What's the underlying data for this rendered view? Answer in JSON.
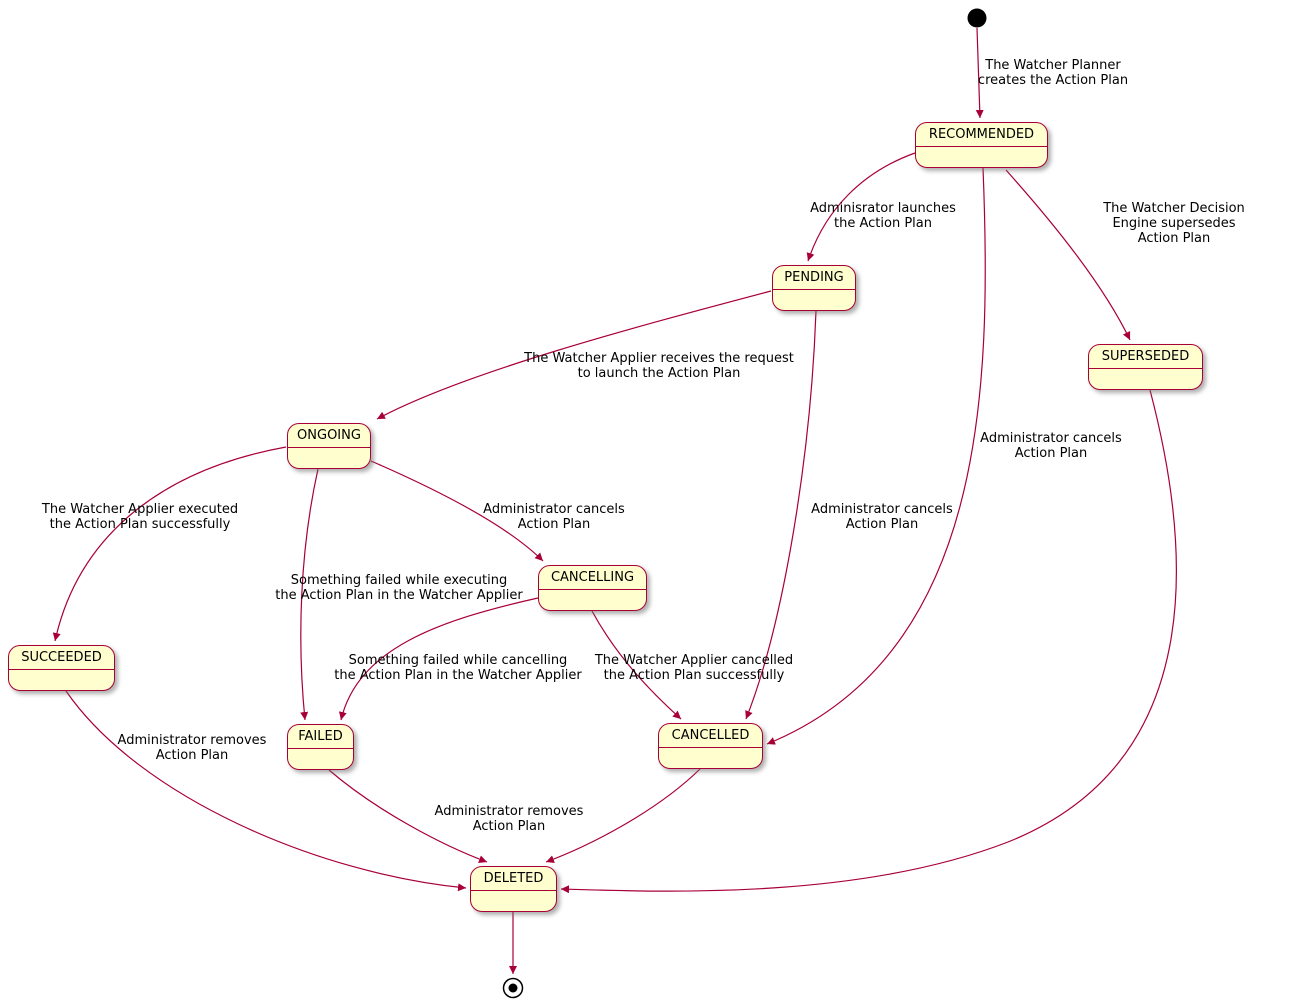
{
  "diagram": {
    "type": "state-machine",
    "colors": {
      "state_fill": "#FEFECE",
      "state_border": "#A80036",
      "arrow": "#A80036",
      "text": "#000000",
      "background": "#FFFFFF"
    },
    "states": [
      {
        "id": "recommended",
        "label": "RECOMMENDED"
      },
      {
        "id": "pending",
        "label": "PENDING"
      },
      {
        "id": "superseded",
        "label": "SUPERSEDED"
      },
      {
        "id": "ongoing",
        "label": "ONGOING"
      },
      {
        "id": "cancelling",
        "label": "CANCELLING"
      },
      {
        "id": "succeeded",
        "label": "SUCCEEDED"
      },
      {
        "id": "failed",
        "label": "FAILED"
      },
      {
        "id": "cancelled",
        "label": "CANCELLED"
      },
      {
        "id": "deleted",
        "label": "DELETED"
      }
    ],
    "transitions": [
      {
        "from": "initial",
        "to": "RECOMMENDED",
        "label": "The Watcher Planner\ncreates the Action Plan"
      },
      {
        "from": "RECOMMENDED",
        "to": "PENDING",
        "label": "Adminisrator launches\nthe Action Plan"
      },
      {
        "from": "RECOMMENDED",
        "to": "SUPERSEDED",
        "label": "The Watcher Decision Engine supersedes\nAction Plan"
      },
      {
        "from": "PENDING",
        "to": "ONGOING",
        "label": "The Watcher Applier receives the request\nto launch the Action Plan"
      },
      {
        "from": "ONGOING",
        "to": "SUCCEEDED",
        "label": "The Watcher Applier executed\nthe Action Plan successfully"
      },
      {
        "from": "ONGOING",
        "to": "CANCELLING",
        "label": "Administrator cancels\nAction Plan"
      },
      {
        "from": "ONGOING",
        "to": "FAILED",
        "label": "Something failed while executing\nthe Action Plan in the Watcher Applier"
      },
      {
        "from": "CANCELLING",
        "to": "FAILED",
        "label": "Something failed while cancelling\nthe Action Plan in the Watcher Applier"
      },
      {
        "from": "CANCELLING",
        "to": "CANCELLED",
        "label": "The Watcher Applier cancelled\nthe Action Plan successfully"
      },
      {
        "from": "PENDING",
        "to": "CANCELLED",
        "label": "Administrator cancels\nAction Plan"
      },
      {
        "from": "RECOMMENDED",
        "to": "CANCELLED",
        "label": "Administrator cancels\nAction Plan"
      },
      {
        "from": "SUCCEEDED",
        "to": "DELETED",
        "label": "Administrator removes\nAction Plan"
      },
      {
        "from": "FAILED",
        "to": "DELETED",
        "label": "Administrator removes\nAction Plan"
      },
      {
        "from": "CANCELLED",
        "to": "DELETED",
        "label": ""
      },
      {
        "from": "SUPERSEDED",
        "to": "DELETED",
        "label": ""
      },
      {
        "from": "DELETED",
        "to": "final",
        "label": ""
      }
    ]
  }
}
